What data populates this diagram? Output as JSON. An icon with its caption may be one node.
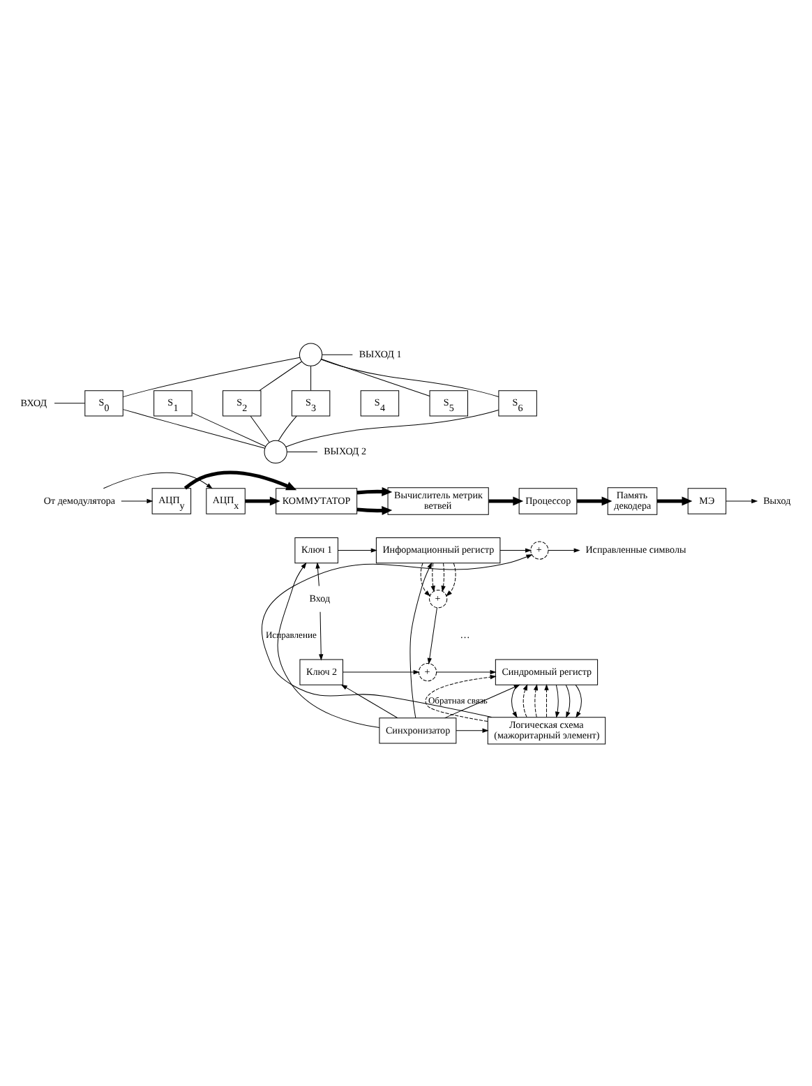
{
  "diagram": {
    "nodes": [
      {
        "text": [
          "ВХОД"
        ]
      },
      {
        "text": [
          "S$_{0}$"
        ]
      },
      {
        "text": [
          "S$_{1}$"
        ]
      },
      {
        "text": [
          "S$_{2}$"
        ]
      },
      {
        "text": [
          "S$_{3}$"
        ]
      },
      {
        "text": [
          "S$_{4}$"
        ]
      },
      {
        "text": [
          "S$_{5}$"
        ]
      },
      {
        "text": [
          "S$_{6}$"
        ]
      },
      {
        "text": [],
        "shape": "circle"
      },
      {
        "text": [],
        "shape": "circle"
      },
      {
        "text": [
          "ВЫХОД 1"
        ]
      },
      {
        "text": [
          "ВЫХОД 2"
        ]
      },
      {
        "text": [
          "От демодулятора"
        ]
      },
      {
        "text": [
          "АЦП$_{x}$"
        ]
      },
      {
        "text": [
          "АЦП$_{y}$"
        ]
      },
      {
        "text": [
          "КОММУТАТОР"
        ]
      },
      {
        "text": [
          "Вычислитель метрик ветвей"
        ]
      },
      {
        "text": [
          "Процессор"
        ]
      },
      {
        "text": [
          "Память декодера"
        ]
      },
      {
        "text": [
          "МЭ"
        ]
      },
      {
        "text": [
          "Выход"
        ]
      },
      {
        "text": [
          "Исправленные символы"
        ]
      },
      {
        "text": [
          "Ключ 1"
        ]
      },
      {
        "text": [
          "Информационный регистр"
        ]
      },
      {
        "text": [
          "+"
        ]
      },
      {
        "text": [
          "Вход"
        ]
      },
      {
        "text": [
          "+"
        ]
      },
      {
        "text": [
          "Ключ 2"
        ]
      },
      {
        "text": [
          "+"
        ]
      },
      {
        "text": [
          "Синдромный регистр"
        ]
      },
      {
        "text": [
          "Синхронизатор"
        ]
      },
      {
        "text": [
          "Логическая схема (мажоритарный элемент)"
        ]
      }
    ],
    "edges": [
      {
        "from": 0,
        "to": 1,
        "arrow": "none"
      },
      {
        "from": 8,
        "to": 1,
        "arrow": "none"
      },
      {
        "from": 8,
        "to": 3,
        "arrow": "none"
      },
      {
        "from": 8,
        "to": 4,
        "arrow": "none"
      },
      {
        "from": 8,
        "to": 6,
        "arrow": "none"
      },
      {
        "from": 8,
        "to": 7,
        "arrow": "none"
      },
      {
        "from": 1,
        "to": 9,
        "arrow": "none"
      },
      {
        "from": 2,
        "to": 9,
        "arrow": "none"
      },
      {
        "from": 3,
        "to": 9,
        "arrow": "none"
      },
      {
        "from": 4,
        "to": 9,
        "arrow": "none"
      },
      {
        "from": 7,
        "to": 9,
        "arrow": "none"
      },
      {
        "from": 8,
        "to": 10,
        "arrow": "none"
      },
      {
        "from": 9,
        "to": 11,
        "arrow": "none"
      },
      {
        "from": 12,
        "to": 13,
        "arrow": "to"
      },
      {
        "from": 12,
        "to": 14,
        "arrow": "to"
      },
      {
        "from": 13,
        "to": 15,
        "arrow": "to",
        "style": "thick"
      },
      {
        "from": 14,
        "to": 15,
        "arrow": "to",
        "style": "thick"
      },
      {
        "from": 15,
        "to": 16,
        "arrow": "to",
        "style": "thick"
      },
      {
        "from": 15,
        "to": 16,
        "arrow": "to",
        "style": "thick"
      },
      {
        "from": 16,
        "to": 17,
        "arrow": "to",
        "style": "thick"
      },
      {
        "from": 17,
        "to": 18,
        "arrow": "to",
        "style": "thick"
      },
      {
        "from": 18,
        "to": 19,
        "arrow": "to",
        "style": "thick"
      },
      {
        "from": 19,
        "to": 20,
        "arrow": "to"
      },
      {
        "from": 25,
        "to": 22,
        "arrow": "to"
      },
      {
        "from": 25,
        "to": 27,
        "arrow": "to"
      },
      {
        "from": 30,
        "to": 22,
        "arrow": "to"
      },
      {
        "from": 30,
        "to": 27,
        "arrow": "to"
      },
      {
        "from": 22,
        "to": 23,
        "arrow": "to"
      },
      {
        "from": 30,
        "to": 23,
        "arrow": "to"
      },
      {
        "from": 30,
        "to": 29,
        "arrow": "to"
      },
      {
        "from": 30,
        "to": 31,
        "arrow": "to"
      },
      {
        "from": 27,
        "to": 28,
        "arrow": "to"
      },
      {
        "from": 28,
        "to": 29,
        "arrow": "to"
      },
      {
        "from": 23,
        "to": 26,
        "arrow": "to",
        "style": "dashed"
      },
      {
        "from": 23,
        "to": 26,
        "arrow": "to",
        "style": "dashed"
      },
      {
        "from": 23,
        "to": 26,
        "arrow": "to",
        "style": "dashed"
      },
      {
        "from": 23,
        "to": 26,
        "arrow": "to",
        "style": "dashed"
      },
      {
        "from": 26,
        "to": 28,
        "arrow": "to"
      },
      {
        "from": 23,
        "to": 24,
        "arrow": "to"
      },
      {
        "from": 24,
        "to": 21,
        "arrow": "to"
      },
      {
        "from": 31,
        "to": 24,
        "arrow": "to",
        "label": "Исправление"
      },
      {
        "from": 31,
        "to": 29,
        "arrow": "to",
        "style": "dashed",
        "label": "Обратная связь"
      },
      {
        "from": 31,
        "to": 29,
        "arrow": "to",
        "style": "dashed"
      },
      {
        "from": 31,
        "to": 29,
        "arrow": "to",
        "style": "dashed"
      },
      {
        "from": 31,
        "to": 29,
        "arrow": "to",
        "style": "dashed"
      },
      {
        "from": 29,
        "to": 31,
        "arrow": "to"
      },
      {
        "from": 29,
        "to": 31,
        "arrow": "to"
      },
      {
        "from": 29,
        "to": 31,
        "arrow": "to"
      },
      {
        "from": 29,
        "to": 31,
        "arrow": "to"
      }
    ],
    "labels": [
      "…"
    ]
  }
}
